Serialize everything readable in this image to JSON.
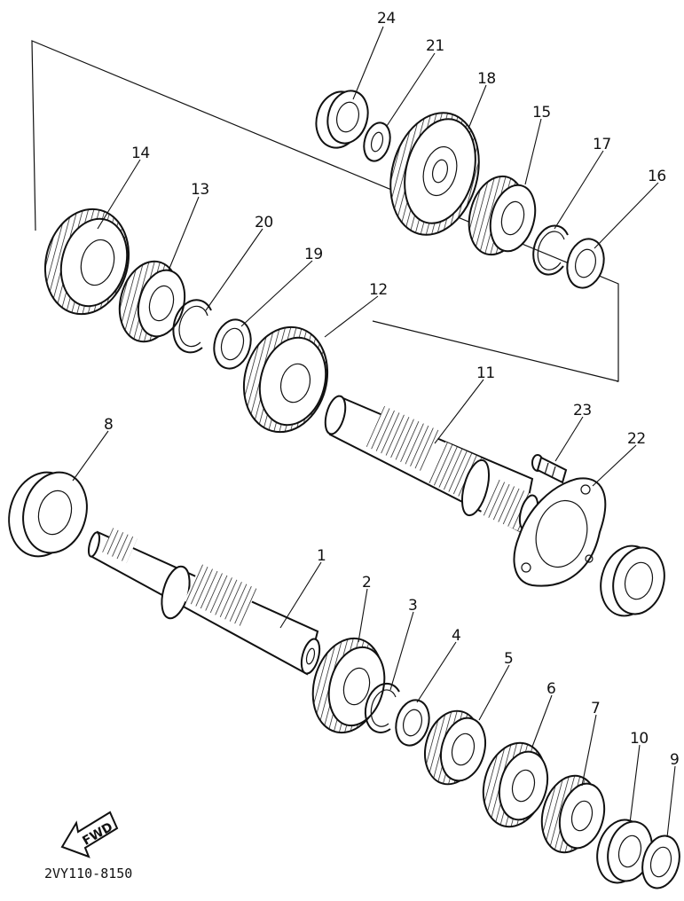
{
  "drawing_code": "2VY110-8150",
  "fwd_label": "FWD",
  "callouts": {
    "p1": "1",
    "p2": "2",
    "p3": "3",
    "p4": "4",
    "p5": "5",
    "p6": "6",
    "p7": "7",
    "p8": "8",
    "p9": "9",
    "p10": "10",
    "p11": "11",
    "p12": "12",
    "p13": "13",
    "p14": "14",
    "p15": "15",
    "p16": "16",
    "p17": "17",
    "p18": "18",
    "p19": "19",
    "p20": "20",
    "p21": "21",
    "p22": "22",
    "p23": "23",
    "p24": "24"
  }
}
